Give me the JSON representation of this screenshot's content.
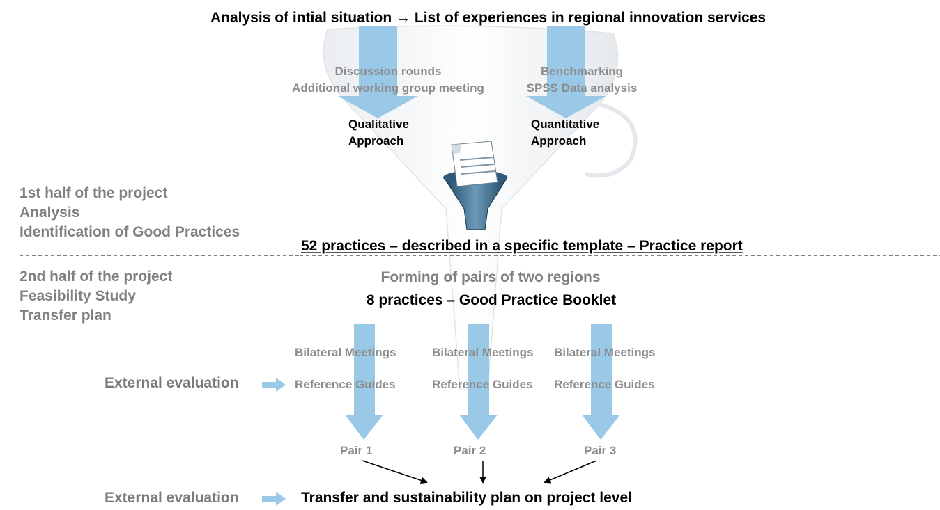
{
  "title": "Analysis of intial situation → List of experiences in regional innovation services",
  "qualitative": {
    "methods": [
      "Discussion rounds",
      "Additional working group meeting"
    ],
    "approach": [
      "Qualitative",
      "Approach"
    ]
  },
  "quantitative": {
    "methods": [
      "Benchmarking",
      "SPSS Data analysis"
    ],
    "approach": [
      "Quantitative",
      "Approach"
    ]
  },
  "funnel_icon": "funnel-report-icon",
  "first_half": [
    "1st half of the project",
    "Analysis",
    "Identification of Good Practices"
  ],
  "practices_report": "52 practices – described in a specific template – Practice report",
  "second_half": [
    "2nd half of the project",
    "Feasibility Study",
    "Transfer plan"
  ],
  "forming_pairs": "Forming of pairs of two regions",
  "booklet": "8 practices – Good Practice Booklet",
  "pairs": [
    {
      "meetings": "Bilateral Meetings",
      "guides": "Reference Guides",
      "label": "Pair 1"
    },
    {
      "meetings": "Bilateral Meetings",
      "guides": "Reference Guides",
      "label": "Pair 2"
    },
    {
      "meetings": "Bilateral Meetings",
      "guides": "Reference Guides",
      "label": "Pair 3"
    }
  ],
  "external_evaluation_1": "External evaluation",
  "external_evaluation_2": "External evaluation",
  "final_plan": "Transfer and sustainability plan on project level",
  "colors": {
    "arrow": "#99c9e6",
    "gray_text": "#8c8c8c",
    "line": "#555555"
  }
}
